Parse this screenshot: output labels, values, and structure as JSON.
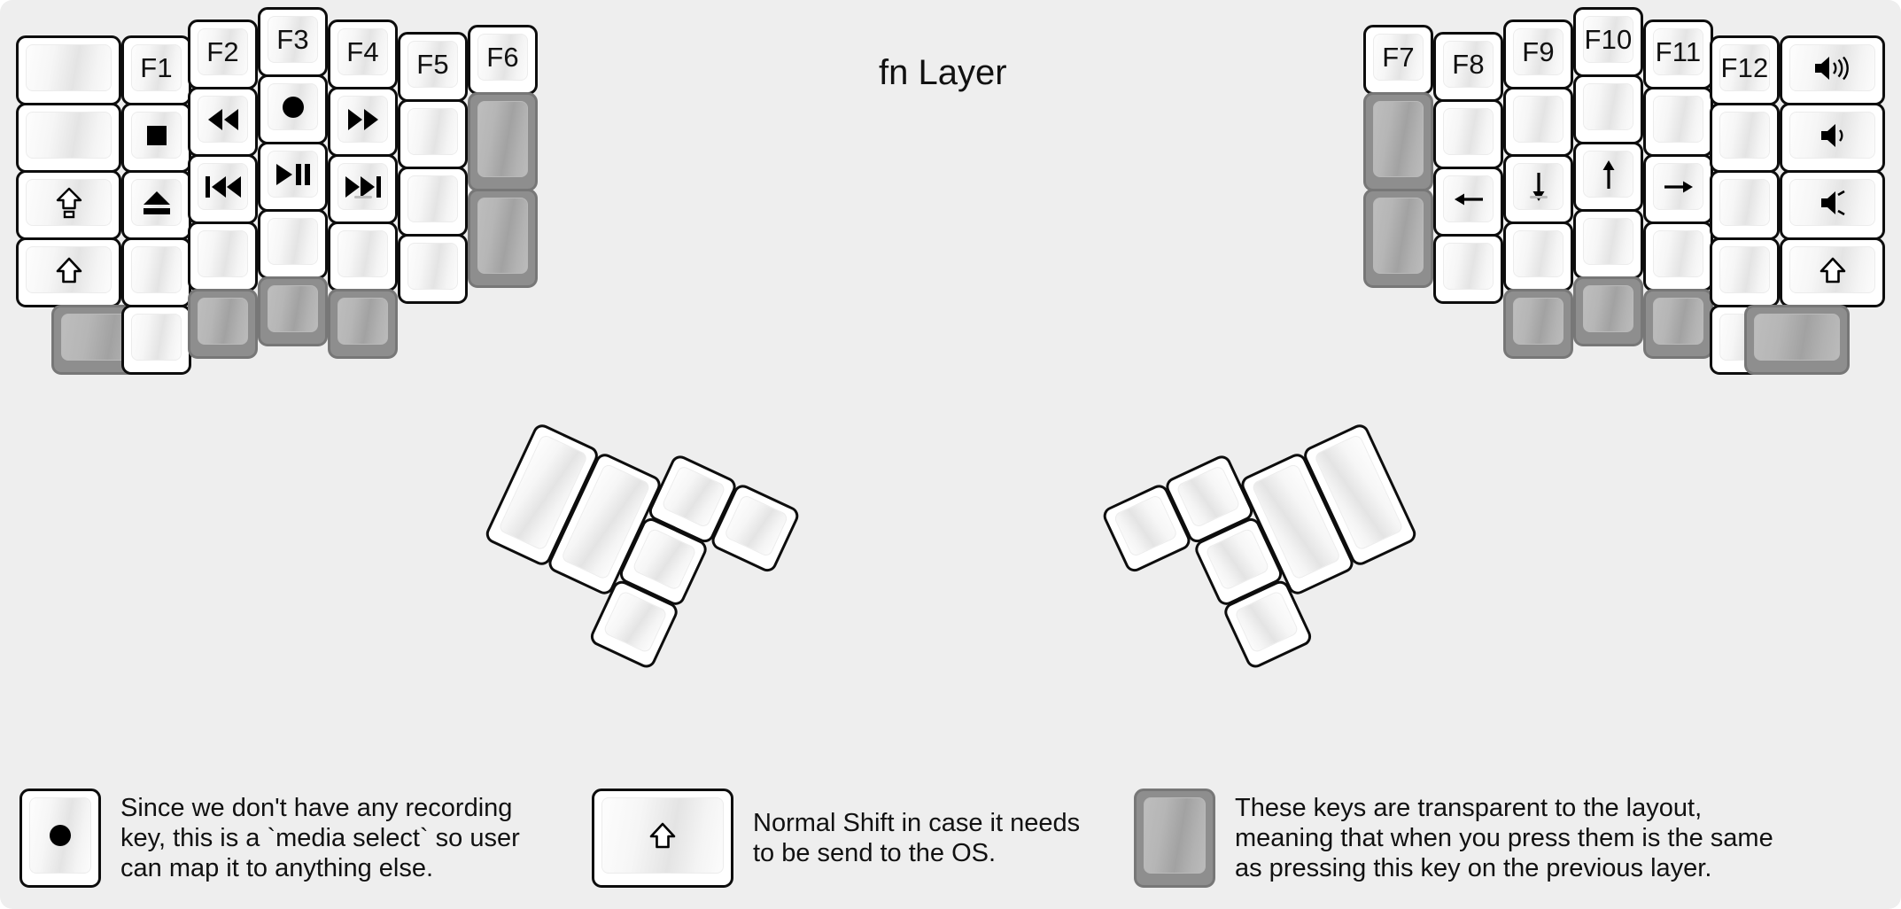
{
  "title": "fn Layer",
  "colors": {
    "background": "#eeeeee",
    "key_fill": "#ffffff",
    "key_border": "#0d0d0d",
    "transparent_key_fill": "#8e8e8e",
    "transparent_key_border": "#777777",
    "text": "#111111"
  },
  "legend": [
    {
      "key_glyph": "record-circle-icon",
      "key_state": "normal",
      "text": "Since we don't have any recording\nkey, this is a `media select` so user\ncan map it to anything else."
    },
    {
      "key_glyph": "shift-arrow-icon",
      "key_state": "normal",
      "text": "Normal Shift in case it needs\nto be send to the OS."
    },
    {
      "key_glyph": "",
      "key_state": "transparent",
      "text": "These keys are transparent to the layout,\nmeaning that when you press them is the same\nas pressing this key on the previous layer."
    }
  ],
  "left_half": {
    "columns": [
      {
        "name": "col-outer-left",
        "keys": [
          {
            "label": "",
            "icon": "",
            "state": "normal"
          },
          {
            "label": "",
            "icon": "",
            "state": "normal"
          },
          {
            "label": "",
            "icon": "caps-lock-icon",
            "state": "normal"
          },
          {
            "label": "",
            "icon": "shift-arrow-icon",
            "state": "normal"
          },
          {
            "label": "",
            "icon": "",
            "state": "transparent"
          }
        ]
      },
      {
        "name": "col-f1",
        "keys": [
          {
            "label": "F1",
            "icon": "",
            "state": "normal"
          },
          {
            "label": "",
            "icon": "media-stop-icon",
            "state": "normal"
          },
          {
            "label": "",
            "icon": "media-eject-icon",
            "state": "normal"
          },
          {
            "label": "",
            "icon": "",
            "state": "normal"
          },
          {
            "label": "",
            "icon": "",
            "state": "normal"
          }
        ]
      },
      {
        "name": "col-f2",
        "keys": [
          {
            "label": "F2",
            "icon": "",
            "state": "normal"
          },
          {
            "label": "",
            "icon": "media-rewind-icon",
            "state": "normal"
          },
          {
            "label": "",
            "icon": "media-prev-track-icon",
            "state": "normal"
          },
          {
            "label": "",
            "icon": "",
            "state": "normal"
          },
          {
            "label": "",
            "icon": "",
            "state": "transparent"
          }
        ]
      },
      {
        "name": "col-f3",
        "keys": [
          {
            "label": "F3",
            "icon": "",
            "state": "normal"
          },
          {
            "label": "",
            "icon": "record-circle-icon",
            "state": "normal"
          },
          {
            "label": "",
            "icon": "media-play-pause-icon",
            "state": "normal"
          },
          {
            "label": "",
            "icon": "",
            "state": "normal"
          },
          {
            "label": "",
            "icon": "",
            "state": "transparent"
          }
        ]
      },
      {
        "name": "col-f4",
        "keys": [
          {
            "label": "F4",
            "icon": "",
            "state": "normal"
          },
          {
            "label": "",
            "icon": "media-fast-forward-icon",
            "state": "normal"
          },
          {
            "label": "",
            "icon": "media-next-track-icon",
            "state": "normal",
            "homing": true
          },
          {
            "label": "",
            "icon": "",
            "state": "normal"
          },
          {
            "label": "",
            "icon": "",
            "state": "transparent"
          }
        ]
      },
      {
        "name": "col-f5",
        "keys": [
          {
            "label": "F5",
            "icon": "",
            "state": "normal"
          },
          {
            "label": "",
            "icon": "",
            "state": "normal"
          },
          {
            "label": "",
            "icon": "",
            "state": "normal"
          },
          {
            "label": "",
            "icon": "",
            "state": "normal"
          }
        ]
      },
      {
        "name": "col-f6",
        "keys": [
          {
            "label": "F6",
            "icon": "",
            "state": "normal"
          },
          {
            "label": "",
            "icon": "",
            "state": "transparent"
          },
          {
            "label": "",
            "icon": "",
            "state": "transparent"
          }
        ]
      }
    ],
    "thumb_cluster": {
      "name": "left-thumb-cluster",
      "keys": [
        {
          "shape": "tall",
          "state": "normal"
        },
        {
          "shape": "tall",
          "state": "normal"
        },
        {
          "shape": "square",
          "state": "normal"
        },
        {
          "shape": "square",
          "state": "normal"
        },
        {
          "shape": "square",
          "state": "normal"
        },
        {
          "shape": "square",
          "state": "normal"
        }
      ]
    }
  },
  "right_half": {
    "columns": [
      {
        "name": "col-f7",
        "keys": [
          {
            "label": "F7",
            "icon": "",
            "state": "normal"
          },
          {
            "label": "",
            "icon": "",
            "state": "transparent"
          },
          {
            "label": "",
            "icon": "",
            "state": "transparent"
          }
        ]
      },
      {
        "name": "col-f8",
        "keys": [
          {
            "label": "F8",
            "icon": "",
            "state": "normal"
          },
          {
            "label": "",
            "icon": "",
            "state": "normal"
          },
          {
            "label": "",
            "icon": "arrow-left-icon",
            "state": "normal"
          },
          {
            "label": "",
            "icon": "",
            "state": "normal"
          }
        ]
      },
      {
        "name": "col-f9",
        "keys": [
          {
            "label": "F9",
            "icon": "",
            "state": "normal"
          },
          {
            "label": "",
            "icon": "",
            "state": "normal"
          },
          {
            "label": "",
            "icon": "arrow-down-icon",
            "state": "normal",
            "homing": true
          },
          {
            "label": "",
            "icon": "",
            "state": "normal"
          },
          {
            "label": "",
            "icon": "",
            "state": "transparent"
          }
        ]
      },
      {
        "name": "col-f10",
        "keys": [
          {
            "label": "F10",
            "icon": "",
            "state": "normal"
          },
          {
            "label": "",
            "icon": "",
            "state": "normal"
          },
          {
            "label": "",
            "icon": "arrow-up-icon",
            "state": "normal"
          },
          {
            "label": "",
            "icon": "",
            "state": "normal"
          },
          {
            "label": "",
            "icon": "",
            "state": "transparent"
          }
        ]
      },
      {
        "name": "col-f11",
        "keys": [
          {
            "label": "F11",
            "icon": "",
            "state": "normal"
          },
          {
            "label": "",
            "icon": "",
            "state": "normal"
          },
          {
            "label": "",
            "icon": "arrow-right-icon",
            "state": "normal"
          },
          {
            "label": "",
            "icon": "",
            "state": "normal"
          },
          {
            "label": "",
            "icon": "",
            "state": "transparent"
          }
        ]
      },
      {
        "name": "col-f12",
        "keys": [
          {
            "label": "F12",
            "icon": "",
            "state": "normal"
          },
          {
            "label": "",
            "icon": "",
            "state": "normal"
          },
          {
            "label": "",
            "icon": "",
            "state": "normal"
          },
          {
            "label": "",
            "icon": "",
            "state": "normal"
          },
          {
            "label": "",
            "icon": "",
            "state": "normal"
          }
        ]
      },
      {
        "name": "col-outer-right",
        "keys": [
          {
            "label": "",
            "icon": "volume-up-icon",
            "state": "normal"
          },
          {
            "label": "",
            "icon": "volume-down-icon",
            "state": "normal"
          },
          {
            "label": "",
            "icon": "volume-mute-icon",
            "state": "normal"
          },
          {
            "label": "",
            "icon": "shift-arrow-icon",
            "state": "normal"
          },
          {
            "label": "",
            "icon": "",
            "state": "transparent"
          }
        ]
      }
    ],
    "thumb_cluster": {
      "name": "right-thumb-cluster",
      "keys": [
        {
          "shape": "tall",
          "state": "normal"
        },
        {
          "shape": "tall",
          "state": "normal"
        },
        {
          "shape": "square",
          "state": "normal"
        },
        {
          "shape": "square",
          "state": "normal"
        },
        {
          "shape": "square",
          "state": "normal"
        },
        {
          "shape": "square",
          "state": "normal"
        }
      ]
    }
  }
}
